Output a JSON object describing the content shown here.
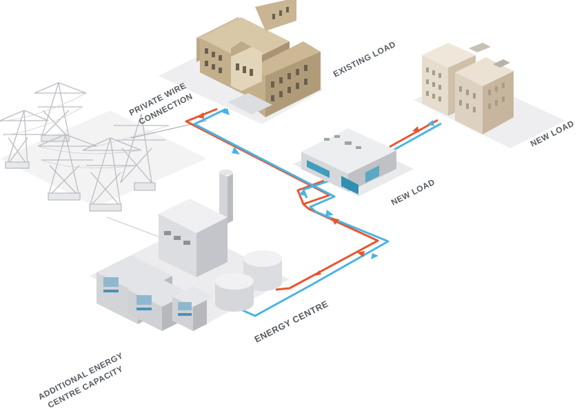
{
  "labels": {
    "private_wire_line1": "PRIVATE WIRE",
    "private_wire_line2": "CONNECTION",
    "existing_load": "EXISTING LOAD",
    "new_load_right": "NEW LOAD",
    "new_load_center": "NEW LOAD",
    "energy_centre": "ENERGY CENTRE",
    "additional_line1": "ADDITIONAL ENERGY",
    "additional_line2": "CENTRE CAPACITY"
  },
  "colors": {
    "flow_pipe": "#e8542f",
    "return_pipe": "#4ab3e4",
    "label_text": "#555a60",
    "building_tan": "#c9b594",
    "office_beige": "#e3d7c6",
    "plant_grey": "#dfe0e4",
    "pylon_grey": "#c9cbcf"
  },
  "icons": {
    "transmission": "pylon-icon",
    "existing": "historic-building-icon",
    "new_office": "office-tower-icon",
    "new_commercial": "commercial-building-icon",
    "energy_centre": "power-plant-icon",
    "storage": "storage-tank-icon"
  }
}
